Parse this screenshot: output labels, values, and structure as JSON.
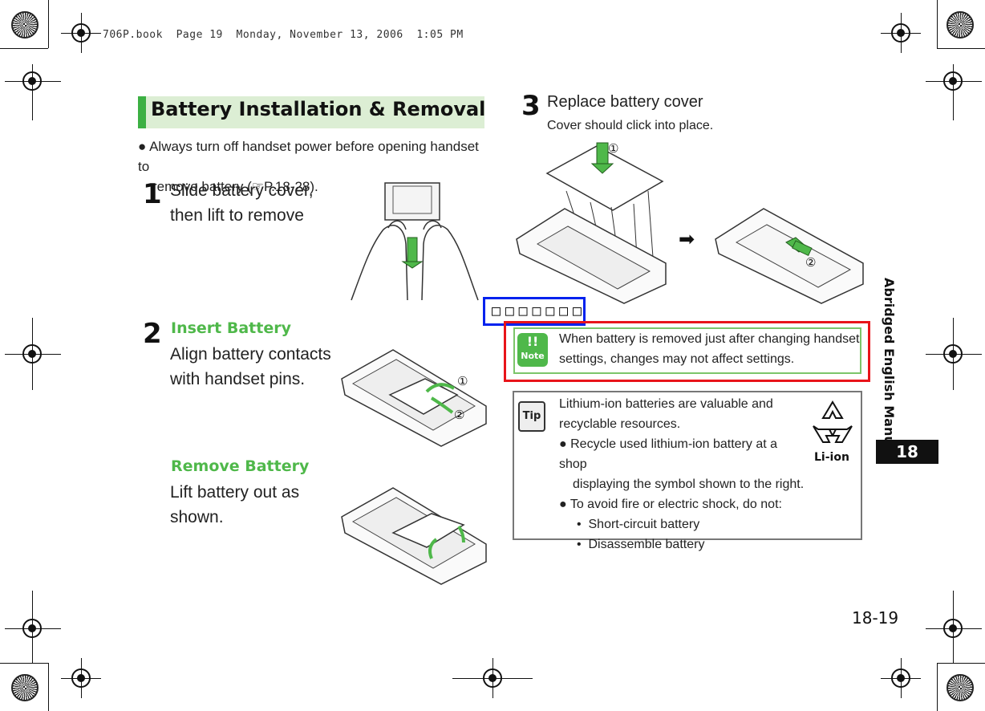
{
  "print_meta": "706P.book  Page 19  Monday, November 13, 2006  1:05 PM",
  "section_title": "Battery Installation & Removal",
  "intro": {
    "line1": "Always turn off handset power before opening handset to",
    "line2": "remove battery (",
    "ref": "P.18-28",
    "line2_end": ")."
  },
  "step1": {
    "number": "1",
    "line1": "Slide battery cover,",
    "line2": "then lift to remove"
  },
  "step2": {
    "number": "2",
    "insert_heading": "Insert Battery",
    "insert_line1": "Align battery contacts",
    "insert_line2": "with handset pins.",
    "remove_heading": "Remove Battery",
    "remove_line1": "Lift battery out as",
    "remove_line2": "shown."
  },
  "step3": {
    "number": "3",
    "heading": "Replace battery cover",
    "sub": "Cover should click into place."
  },
  "callouts": {
    "one": "①",
    "two": "②"
  },
  "redacted_label": "□□□□□□□",
  "note": {
    "icon_label": "Note",
    "icon_mark": "!!",
    "line1": "When battery is removed just after changing handset",
    "line2": "settings, changes may not affect settings."
  },
  "tip": {
    "icon_label": "Tip",
    "line1": "Lithium-ion batteries are valuable and",
    "line2": "recyclable resources.",
    "bullet1_line1": "Recycle used lithium-ion battery at a shop",
    "bullet1_line2": "displaying the symbol shown to the right.",
    "bullet2": "To avoid fire or electric shock, do not:",
    "sub1": "Short-circuit battery",
    "sub2": "Disassemble battery",
    "recycle_label": "Li-ion"
  },
  "side_label": "Abridged English Manual",
  "chapter_tab": "18",
  "page_number": "18-19",
  "colors": {
    "accent_green": "#4fb84a",
    "title_band": "#dceed4",
    "red_frame": "#e8141a",
    "blue_frame": "#0022ee"
  }
}
